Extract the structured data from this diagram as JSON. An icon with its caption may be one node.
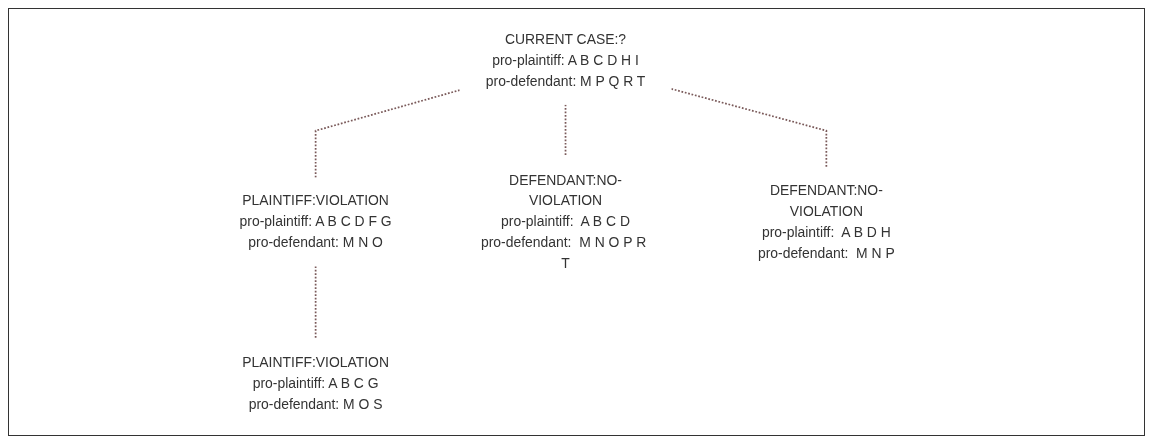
{
  "diagram": {
    "nodes": [
      {
        "text": [
          "CURRENT CASE:?",
          "pro-plaintiff:  A B C D H I",
          "pro-defendant:  M P Q R T"
        ]
      },
      {
        "text": [
          "PLAINTIFF:VIOLATION",
          "pro-plaintiff:  A B C D F G",
          "pro-defendant:  M N O"
        ]
      },
      {
        "text": [
          "DEFENDANT:NO-VIOLATION",
          "pro-plaintiff:  A B C D",
          "pro-defendant:  M N O P R T"
        ]
      },
      {
        "text": [
          "DEFENDANT:NO-VIOLATION",
          "pro-plaintiff:  A B D H",
          "pro-defendant:  M N P"
        ]
      },
      {
        "text": [
          "PLAINTIFF:VIOLATION",
          "pro-plaintiff:  A B C G",
          "pro-defendant:  M O S"
        ]
      }
    ],
    "edges": [
      {
        "from": 0,
        "to": 1,
        "arrow": "none",
        "style": "dashed"
      },
      {
        "from": 0,
        "to": 2,
        "arrow": "none",
        "style": "dashed"
      },
      {
        "from": 0,
        "to": 3,
        "arrow": "none",
        "style": "dashed"
      },
      {
        "from": 1,
        "to": 4,
        "arrow": "none",
        "style": "dashed"
      }
    ]
  }
}
